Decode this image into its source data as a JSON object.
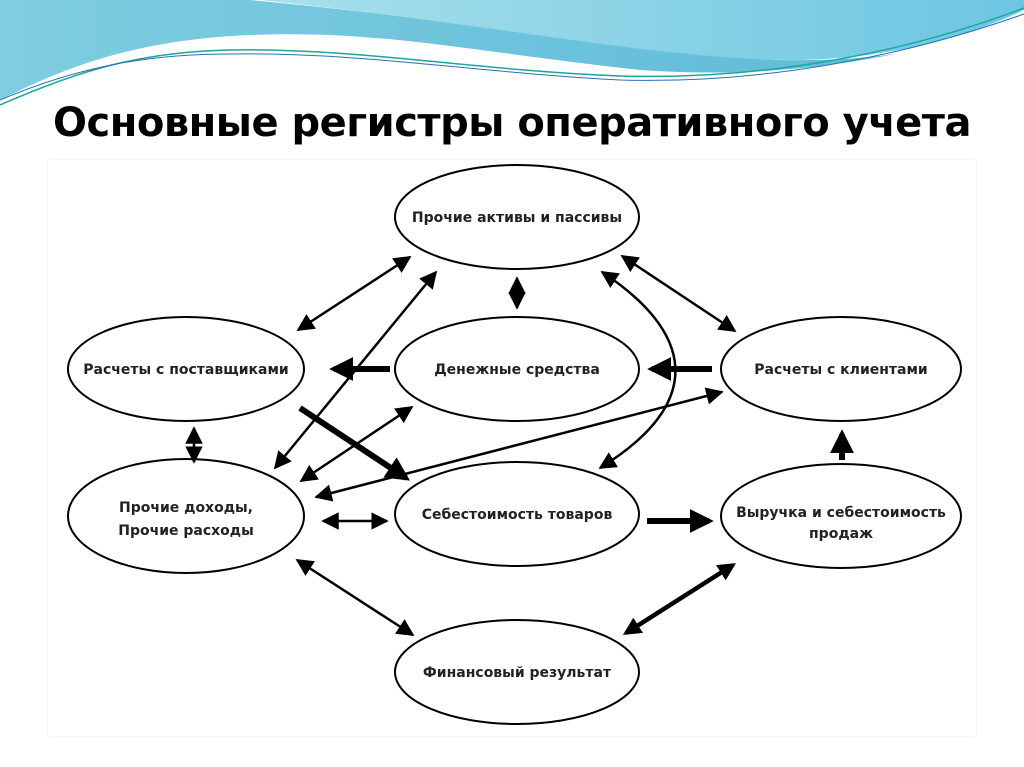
{
  "title": "Основные регистры оперативного учета",
  "nodes": {
    "other_assets": "Прочие активы и пассивы",
    "suppliers": "Расчеты с поставщиками",
    "cash": "Денежные средства",
    "clients": "Расчеты с клиентами",
    "other_income_1": "Прочие доходы,",
    "other_income_2": "Прочие расходы",
    "cost": "Себестоимость товаров",
    "revenue_1": "Выручка и себестоимость",
    "revenue_2": "продаж",
    "result": "Финансовый результат"
  },
  "colors": {
    "accent": "#5fc3dc",
    "ink": "#000000"
  }
}
